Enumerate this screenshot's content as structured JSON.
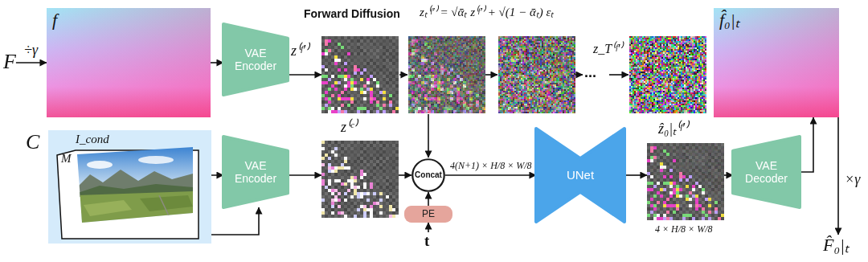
{
  "diagram": {
    "title": "Forward Diffusion",
    "nodes": [
      {
        "text": [
          "F"
        ]
      },
      {
        "text": [
          "f"
        ]
      },
      {
        "text": [
          "VAE Encoder"
        ]
      },
      {
        "text": [
          "z⁽ᶠ′⁾"
        ]
      },
      {
        "text": [
          "z_T⁽ᶠ′⁾"
        ]
      },
      {
        "text": [
          "f̂₀|ₜ"
        ]
      },
      {
        "text": [
          "C"
        ]
      },
      {
        "text": [
          "I_cond"
        ],
        "in": 6
      },
      {
        "text": [
          "M"
        ],
        "in": 6
      },
      {
        "text": [
          "VAE Encoder"
        ]
      },
      {
        "text": [
          "z⁽ᶜ⁾"
        ]
      },
      {
        "text": [
          "Concat"
        ]
      },
      {
        "text": [
          "PE"
        ]
      },
      {
        "text": [
          "t"
        ]
      },
      {
        "text": [
          "UNet"
        ]
      },
      {
        "text": [
          "ẑ₀|ₜ⁽ᶠ′⁾"
        ]
      },
      {
        "text": [
          "VAE Decoder"
        ]
      },
      {
        "text": [
          "F̂₀|ₜ"
        ]
      }
    ],
    "edges": [
      {
        "from": 0,
        "to": 1,
        "label": "÷γ",
        "arrow": "to"
      },
      {
        "from": 1,
        "to": 2,
        "arrow": "to"
      },
      {
        "from": 2,
        "to": 3,
        "arrow": "to"
      },
      {
        "from": 7,
        "to": 9,
        "arrow": "to"
      },
      {
        "from": 8,
        "to": 9,
        "arrow": "to"
      },
      {
        "from": 9,
        "to": 10,
        "arrow": "to"
      },
      {
        "from": 10,
        "to": 11,
        "arrow": "to"
      },
      {
        "from": 13,
        "to": 12,
        "arrow": "to"
      },
      {
        "from": 12,
        "to": 11,
        "arrow": "to"
      },
      {
        "from": 11,
        "to": 14,
        "label": "4(N+1) × H/8 × W/8",
        "arrow": "to"
      },
      {
        "from": 14,
        "to": 15,
        "arrow": "to"
      },
      {
        "from": 15,
        "to": 16,
        "arrow": "to"
      },
      {
        "from": 16,
        "to": 5,
        "arrow": "to"
      },
      {
        "from": 5,
        "to": 17,
        "label": "×γ",
        "arrow": "to"
      }
    ],
    "labels": [
      "zₜ⁽ᶠ′⁾ = √ᾱₜ z⁽ᶠ′⁾ + √(1 − ᾱₜ) εₜ",
      "...",
      "4 × H/8 × W/8"
    ]
  }
}
